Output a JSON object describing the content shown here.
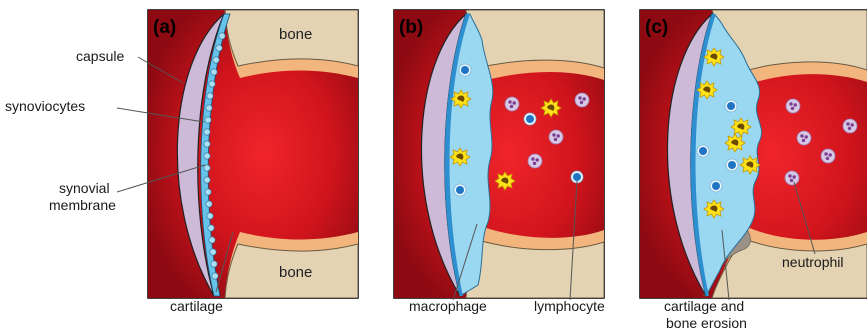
{
  "panels": [
    {
      "letter": "(a)",
      "bone_top": "bone",
      "bone_bottom": "bone"
    },
    {
      "letter": "(b)"
    },
    {
      "letter": "(c)"
    }
  ],
  "labels": {
    "capsule": "capsule",
    "synoviocytes": "synoviocytes",
    "synovial_line1": "synovial",
    "synovial_line2": "membrane",
    "cartilage": "cartilage",
    "macrophage": "macrophage",
    "lymphocyte": "lymphocyte",
    "erosion_line1": "cartilage and",
    "erosion_line2": "bone erosion",
    "neutrophil": "neutrophil"
  },
  "colors": {
    "bone": "#e3d3b3",
    "cartilage": "#f2b57e",
    "joint_space_center": "#ee2a2f",
    "joint_space_edge": "#9e0d14",
    "capsule": "#cdbad9",
    "synovial": "#66c3ea",
    "synovial_inflamed": "#9ad7f1",
    "erosion": "#9a9287",
    "macrophage": "#ffe21a",
    "lymphocyte": "#1f74c4",
    "neutrophil": "#b9a1cd"
  }
}
